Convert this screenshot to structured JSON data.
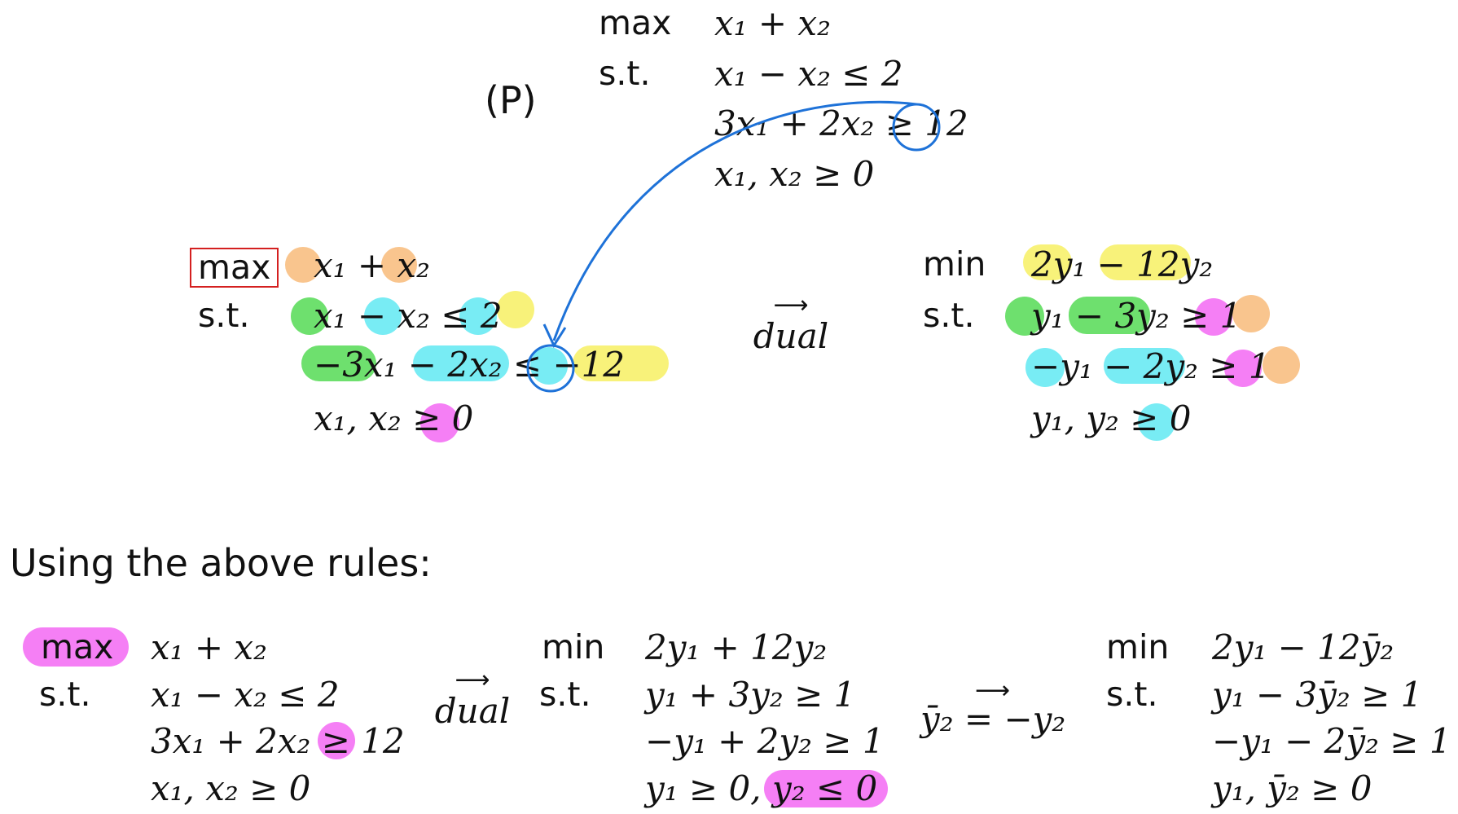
{
  "primal": {
    "tag": "(P)",
    "obj_kw": "max",
    "obj": "x₁ + x₂",
    "st": "s.t.",
    "c1": "x₁ − x₂ ≤ 2",
    "c2": "3x₁ + 2x₂ ≥ 12",
    "c3": "x₁, x₂ ≥ 0"
  },
  "normalized": {
    "obj_kw": "max",
    "obj": "x₁ + x₂",
    "st": "s.t.",
    "c1": "x₁ − x₂ ≤ 2",
    "c2": "−3x₁ − 2x₂ ≤ −12",
    "c3": "x₁, x₂ ≥ 0"
  },
  "dual_arrow": {
    "arrow": "⟶",
    "word": "dual"
  },
  "dual": {
    "obj_kw": "min",
    "obj": "2y₁ − 12y₂",
    "st": "s.t.",
    "c1": "y₁ − 3y₂ ≥ 1",
    "c2": "−y₁ − 2y₂ ≥ 1",
    "c3": "y₁, y₂ ≥ 0"
  },
  "intro_text": "Using the above rules:",
  "bottom_primal": {
    "obj_kw": "max",
    "obj": "x₁ + x₂",
    "st": "s.t.",
    "c1": "x₁ − x₂ ≤ 2",
    "c2": "3x₁ + 2x₂ ≥ 12",
    "c3": "x₁, x₂ ≥ 0"
  },
  "bottom_dual_arrow": {
    "arrow": "⟶",
    "word": "dual"
  },
  "bottom_dual": {
    "obj_kw": "min",
    "obj": "2y₁ + 12y₂",
    "st": "s.t.",
    "c1": "y₁ + 3y₂ ≥ 1",
    "c2": "−y₁ + 2y₂ ≥ 1",
    "c3a": "y₁ ≥ 0,",
    "c3b": "y₂ ≤ 0"
  },
  "substitution": {
    "arrow": "⟶",
    "text": "ȳ₂ = −y₂"
  },
  "final_dual": {
    "obj_kw": "min",
    "obj": "2y₁ − 12ȳ₂",
    "st": "s.t.",
    "c1": "y₁ − 3ȳ₂ ≥ 1",
    "c2": "−y₁ − 2ȳ₂ ≥ 1",
    "c3": "y₁, ȳ₂ ≥ 0"
  },
  "colors": {
    "orange": "#f9c58e",
    "green": "#6ee06e",
    "cyan": "#78ecf4",
    "yellow": "#f8f27a",
    "pink": "#f57ff5",
    "arrow_blue": "#1e72d8",
    "box_red": "#d42020"
  }
}
